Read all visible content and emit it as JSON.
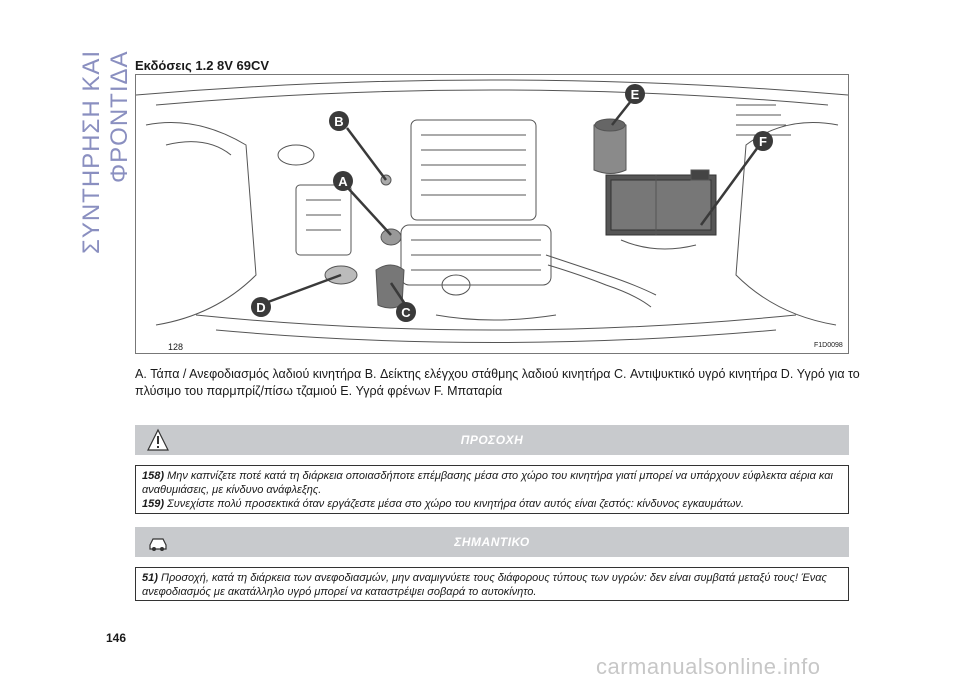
{
  "side_title": "ΣΥΝΤΗΡΗΣΗ ΚΑΙ ΦΡΟΝΤΙΔΑ",
  "section_title": "Εκδόσεις 1.2 8V 69CV",
  "figure": {
    "number": "128",
    "code": "F1D0098",
    "labels": [
      "A",
      "B",
      "C",
      "D",
      "E",
      "F"
    ]
  },
  "caption": "A. Τάπα / Ανεφοδιασμός λαδιού κινητήρα B. Δείκτης ελέγχου στάθμης λαδιού κινητήρα C. Αντιψυκτικό υγρό κινητήρα D. Υγρό για το πλύσιμο του παρμπρίζ/πίσω τζαμιού E. Υγρά φρένων F. Μπαταρία",
  "warning": {
    "heading": "ΠΡΟΣΟΧΗ",
    "items": [
      {
        "num": "158)",
        "text": "Μην καπνίζετε ποτέ κατά τη διάρκεια οποιασδήποτε επέμβασης μέσα στο χώρο του κινητήρα γιατί μπορεί να υπάρχουν εύφλεκτα αέρια και αναθυμιάσεις, με κίνδυνο ανάφλεξης."
      },
      {
        "num": "159)",
        "text": "Συνεχίστε πολύ προσεκτικά όταν εργάζεστε μέσα στο χώρο του κινητήρα όταν αυτός είναι ζεστός: κίνδυνος εγκαυμάτων."
      }
    ]
  },
  "important": {
    "heading": "ΣΗΜΑΝΤΙΚΟ",
    "items": [
      {
        "num": "51)",
        "text": "Προσοχή, κατά τη διάρκεια των ανεφοδιασμών, μην αναμιγνύετε τους διάφορους τύπους των υγρών: δεν είναι συμβατά μεταξύ τους! Ένας ανεφοδιασμός με ακατάλληλο υγρό μπορεί να καταστρέψει σοβαρά το αυτοκίνητο."
      }
    ]
  },
  "page_number": "146",
  "watermark": "carmanualsonline.info",
  "colors": {
    "side_title": "#8a8fc0",
    "band": "#c8cacd",
    "callout": "#3a3a3a"
  }
}
